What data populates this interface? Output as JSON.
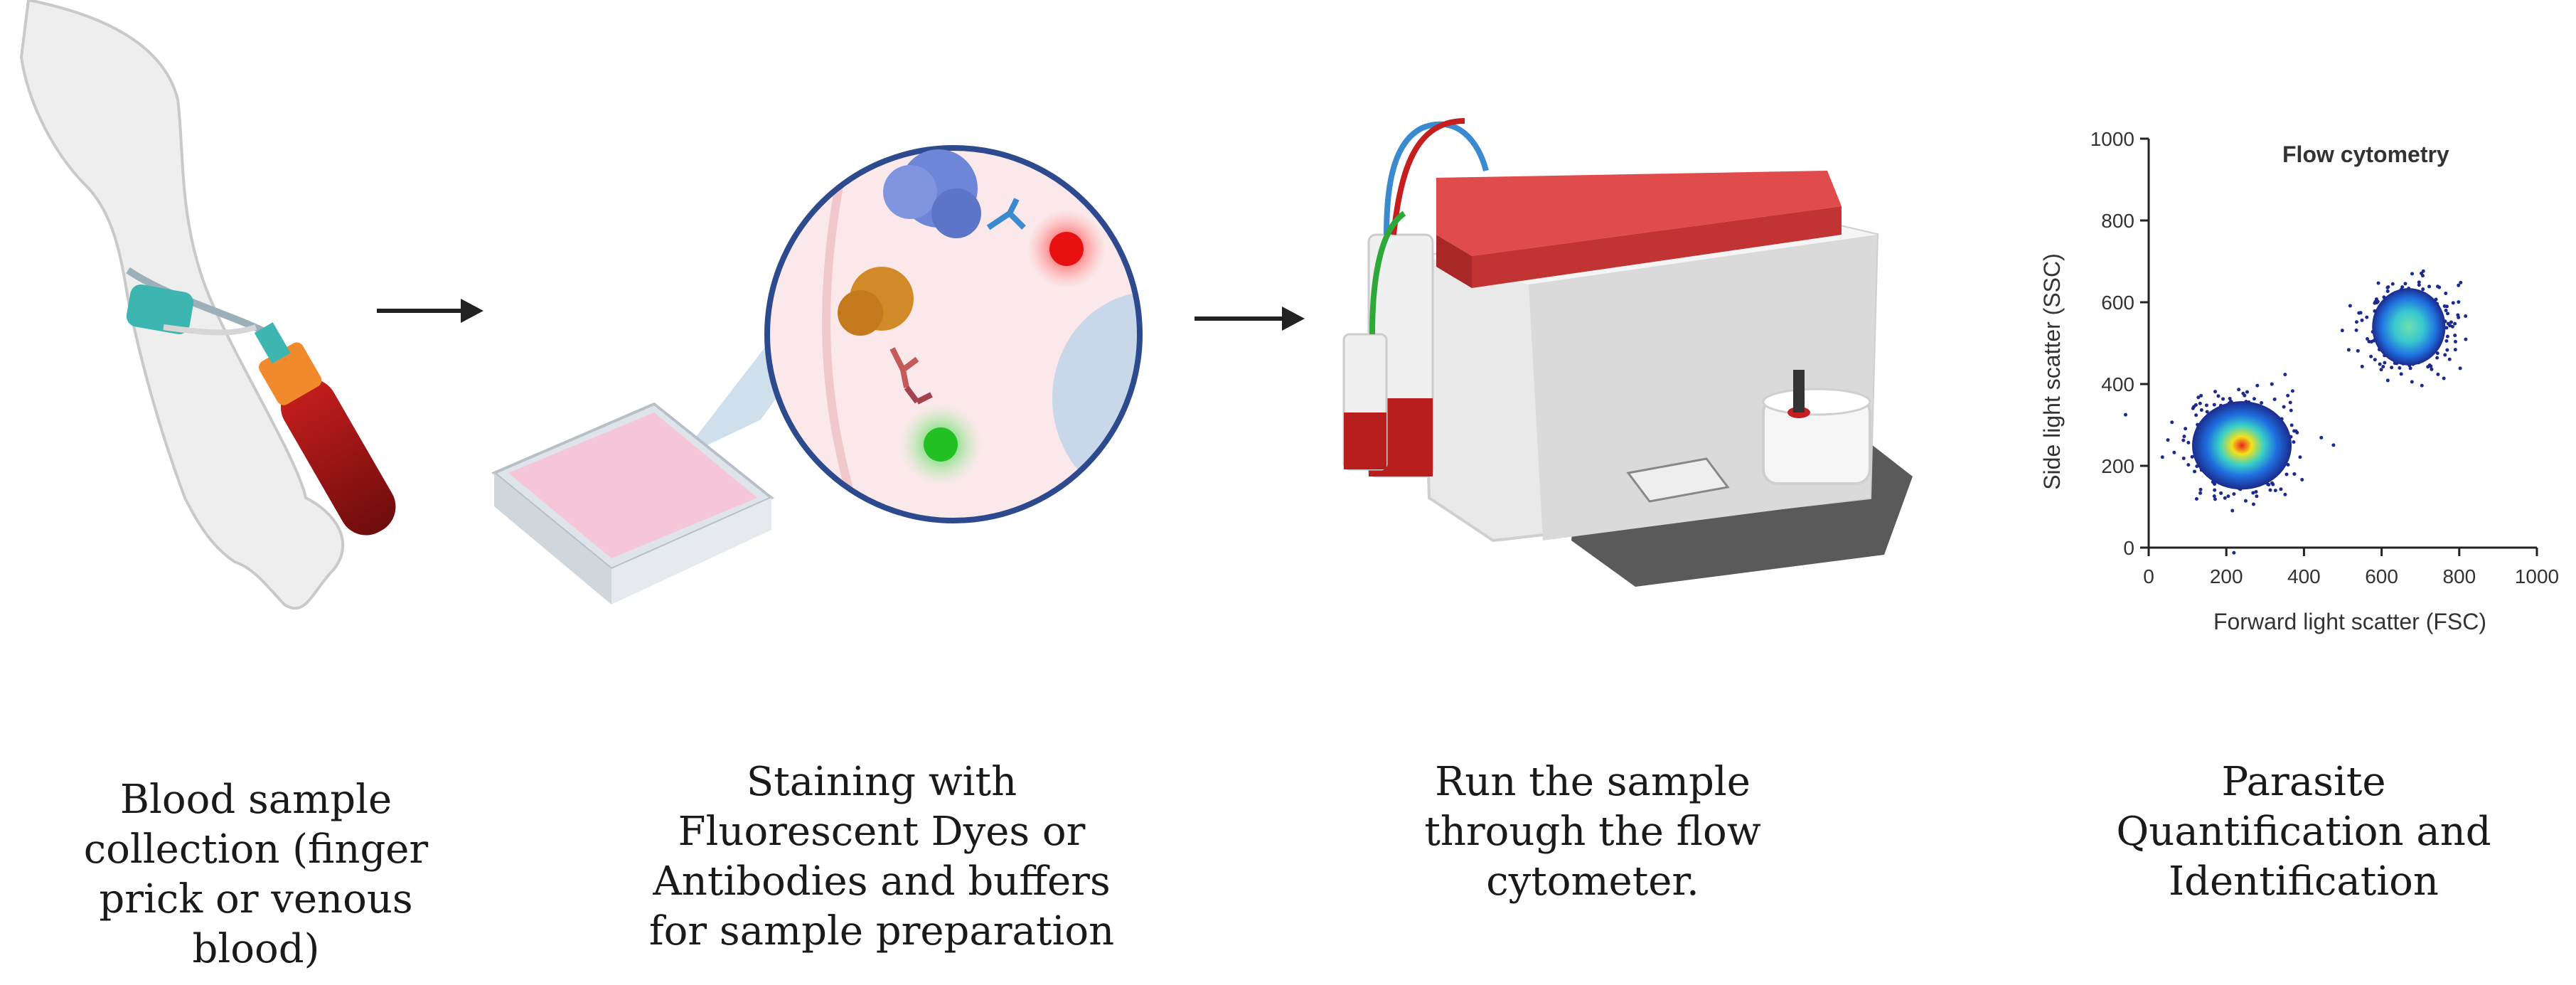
{
  "steps": [
    {
      "caption": "Blood sample\ncollection (finger\nprick or venous\nblood)"
    },
    {
      "caption": "Staining with\nFluorescent Dyes or\nAntibodies and buffers\nfor sample preparation"
    },
    {
      "caption": "Run the sample\nthrough the flow\ncytometer."
    },
    {
      "caption": "Parasite\nQuantification and\nIdentification"
    }
  ],
  "chart_data": {
    "type": "scatter",
    "title": "Flow cytometry",
    "xlabel": "Forward light scatter (FSC)",
    "ylabel": "Side light scatter (SSC)",
    "xlim": [
      0,
      1000
    ],
    "ylim": [
      0,
      1000
    ],
    "xticks": [
      0,
      200,
      400,
      600,
      800,
      1000
    ],
    "yticks": [
      0,
      200,
      400,
      600,
      800,
      1000
    ],
    "populations": [
      {
        "center_x": 240,
        "center_y": 250,
        "spread_x": 95,
        "spread_y": 80,
        "colors": [
          "#1b2a8c",
          "#1f6fe0",
          "#39d0c8",
          "#f2e21c",
          "#f3321c"
        ]
      },
      {
        "center_x": 670,
        "center_y": 540,
        "spread_x": 70,
        "spread_y": 70,
        "colors": [
          "#1b2a8c",
          "#1f6fe0",
          "#39c8d0",
          "#6ee0b0"
        ]
      }
    ]
  }
}
